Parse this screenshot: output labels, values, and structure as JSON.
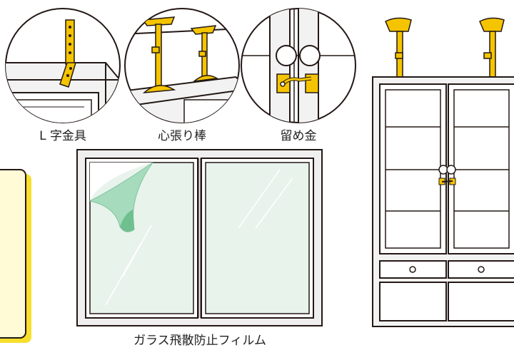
{
  "labels": {
    "l_bracket": "L 字金具",
    "tension_rod": "心張り棒",
    "latch": "留め金",
    "film": "ガラス飛散防止フィルム"
  },
  "colors": {
    "yellow_metal": "#f5c400",
    "outline": "#231815",
    "cabinet_fill": "#f2f2f2",
    "glass_fill": "#e8f3ec",
    "film_green": "#a6dcbd",
    "note_yellow": "#f8df2c",
    "note_fill": "#fffbd6"
  },
  "icons": [
    "l-bracket-icon",
    "tension-rod-icon",
    "latch-icon"
  ]
}
